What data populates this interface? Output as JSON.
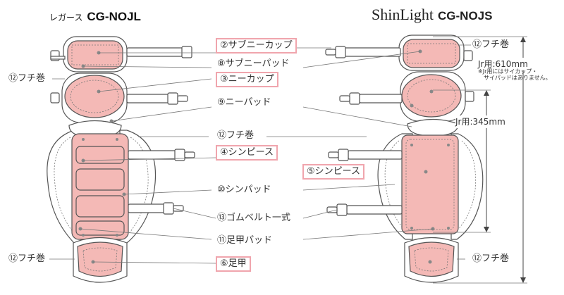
{
  "titles": {
    "left_prefix": "レガース",
    "left_model": "CG-NOJL",
    "right_brand": "ShinLight",
    "right_model": "CG-NOJS"
  },
  "labels": {
    "sub_knee_cup": "②サブニーカップ",
    "sub_knee_pad": "⑧サブニーパッド",
    "knee_cup": "③ニーカップ",
    "knee_pad": "⑨ニーパッド",
    "edge_center": "⑫フチ巻",
    "shin_piece_left": "④シンピース",
    "shin_piece_right": "⑤シンピース",
    "shin_pad": "⑩シンパッド",
    "rubber_belt": "⑬ゴムベルト一式",
    "instep_pad": "⑪足甲パッド",
    "instep": "⑥足甲",
    "edge_left_top": "⑫フチ巻",
    "edge_left_bottom": "⑫フチ巻",
    "edge_right_top": "⑫フチ巻",
    "edge_right_bottom": "⑫フチ巻"
  },
  "dimensions": {
    "jr_total": "Jr用:610mm",
    "jr_note_1": "※Jr用にはサイカップ・",
    "jr_note_2": "サイパッドはありません。",
    "jr_shin": "Jr用:345mm"
  },
  "colors": {
    "pink": "#f4b9b6",
    "pink_edge": "#e6a3a0",
    "label_border": "#f0a5ad",
    "line": "#555555"
  }
}
